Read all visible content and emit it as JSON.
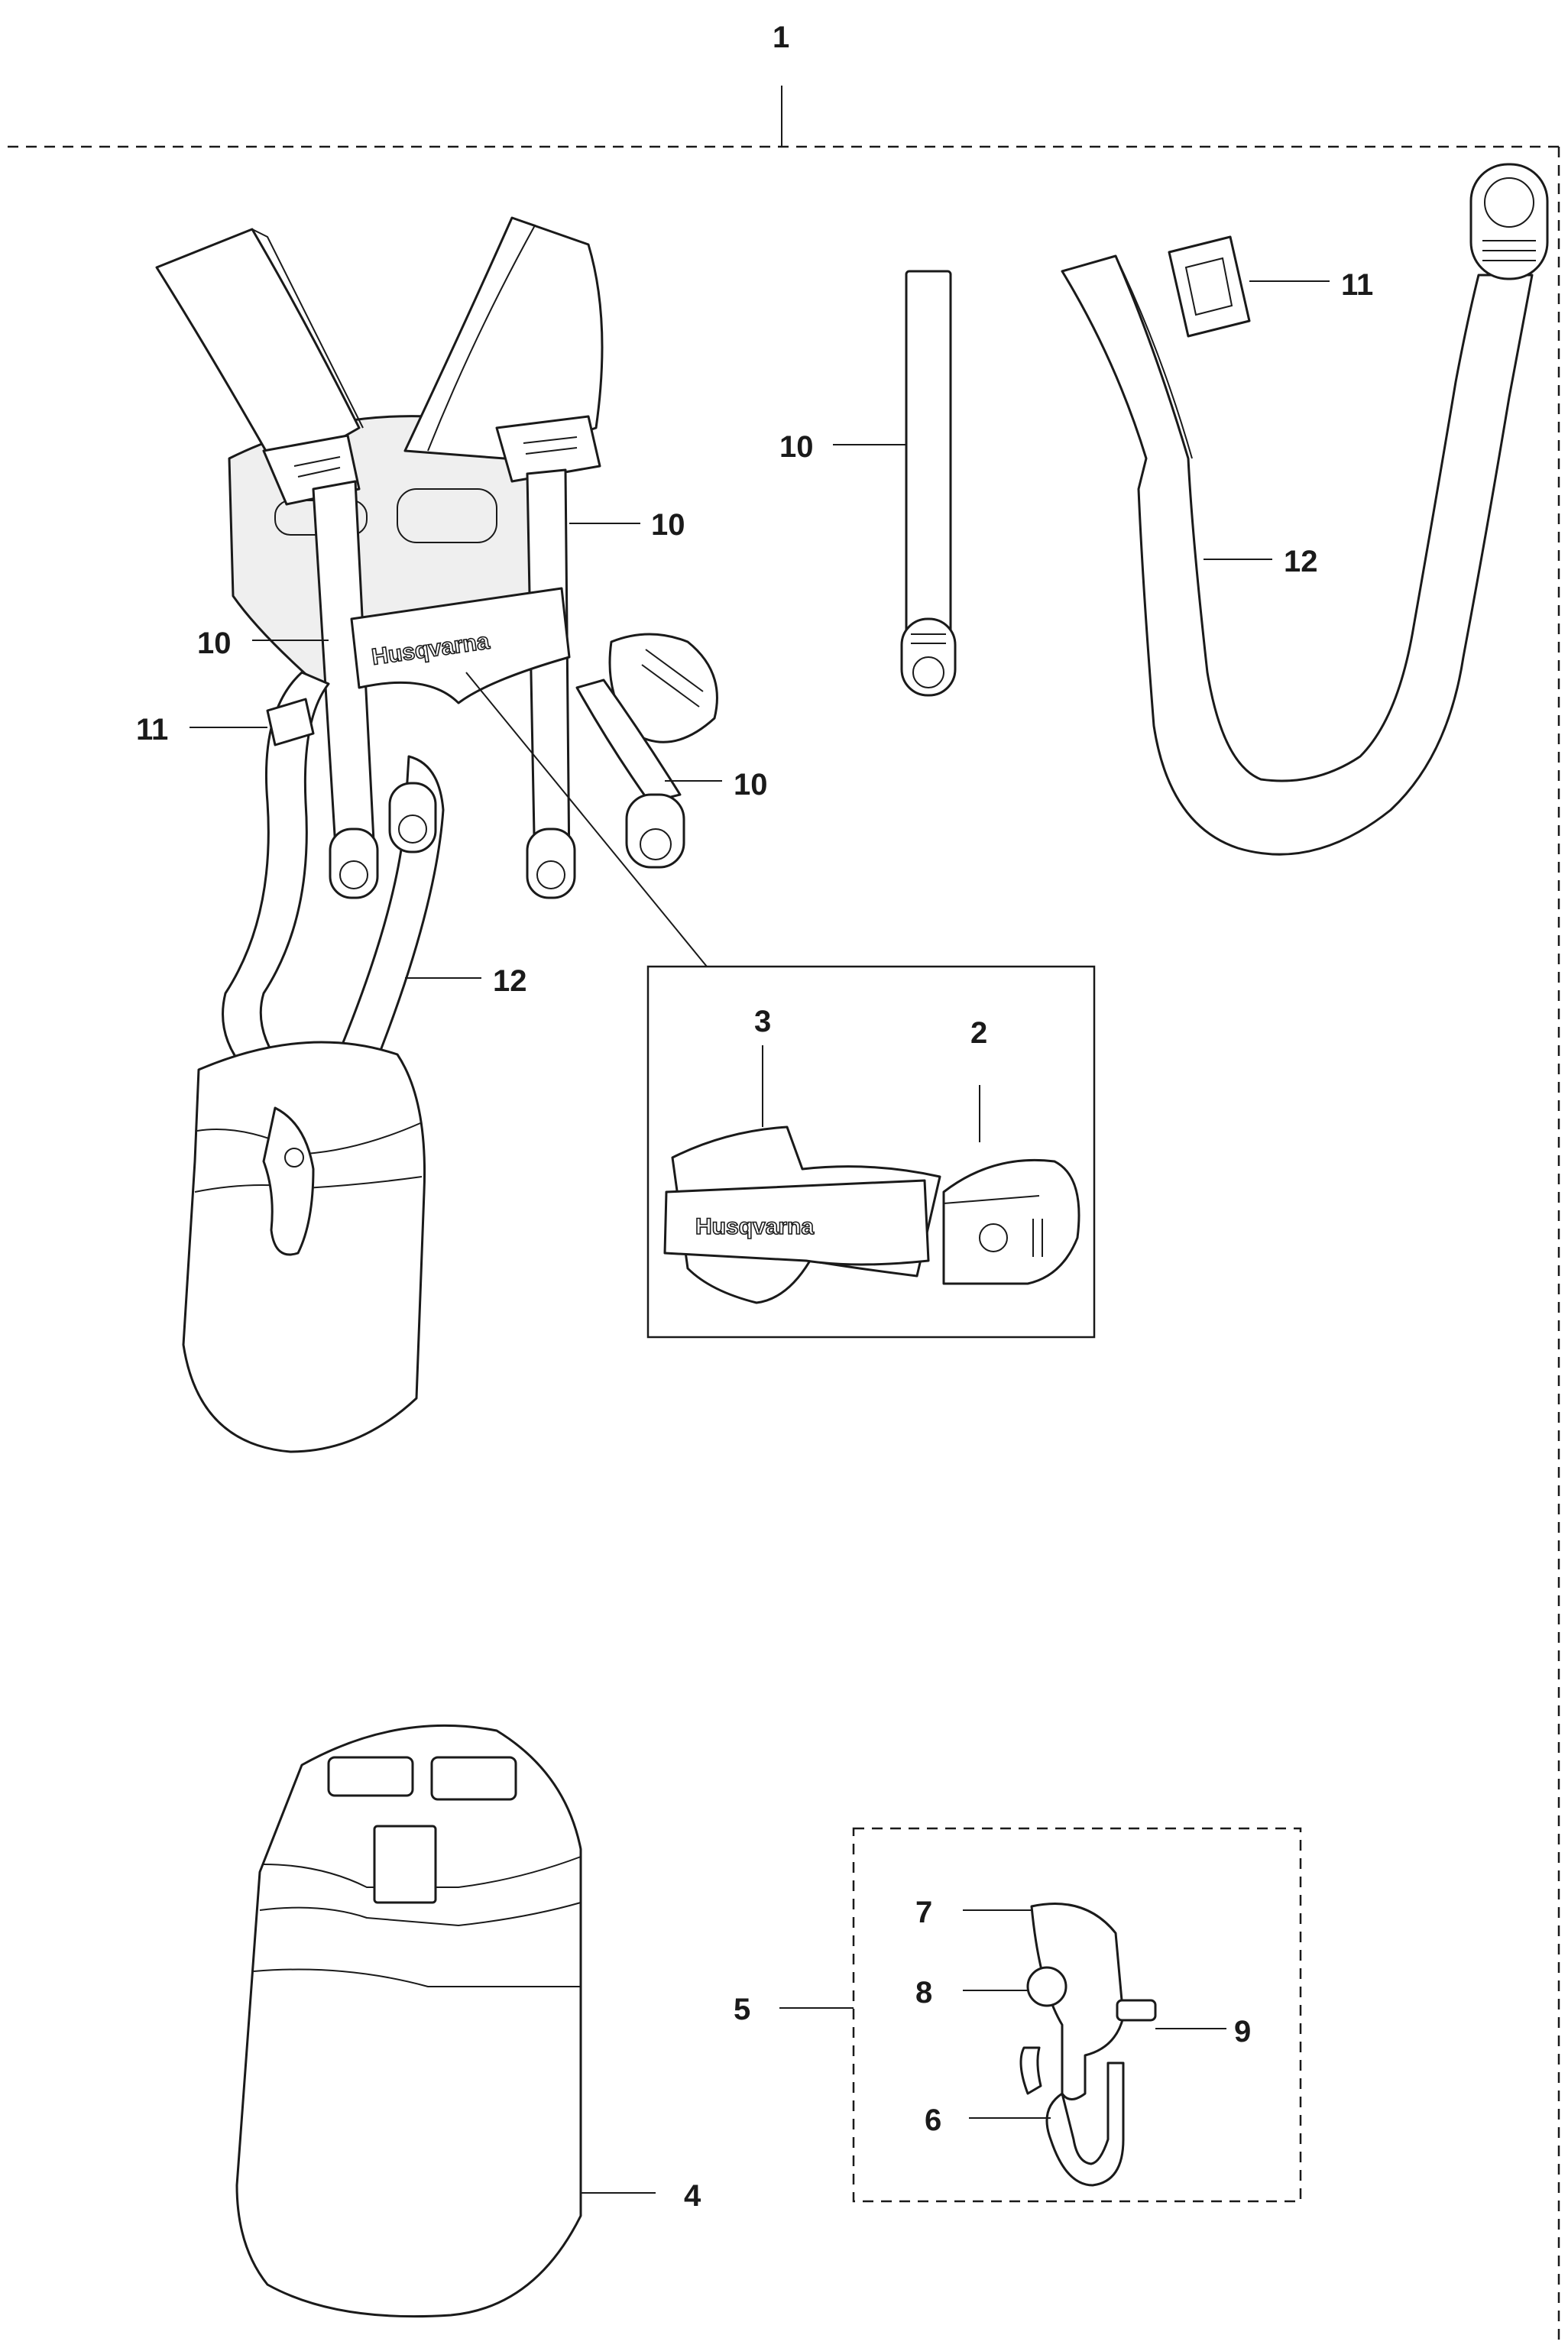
{
  "brand": "Husqvarna",
  "callouts": {
    "c1": "1",
    "c10_harness_right": "10",
    "c10_harness_left": "10",
    "c10_harness_lower": "10",
    "c11_harness": "11",
    "c12_harness": "12",
    "c10_strap": "10",
    "c11_buckle": "11",
    "c12_strap": "12",
    "c3": "3",
    "c2": "2",
    "c5": "5",
    "c7": "7",
    "c8": "8",
    "c9": "9",
    "c6": "6",
    "c4": "4"
  }
}
